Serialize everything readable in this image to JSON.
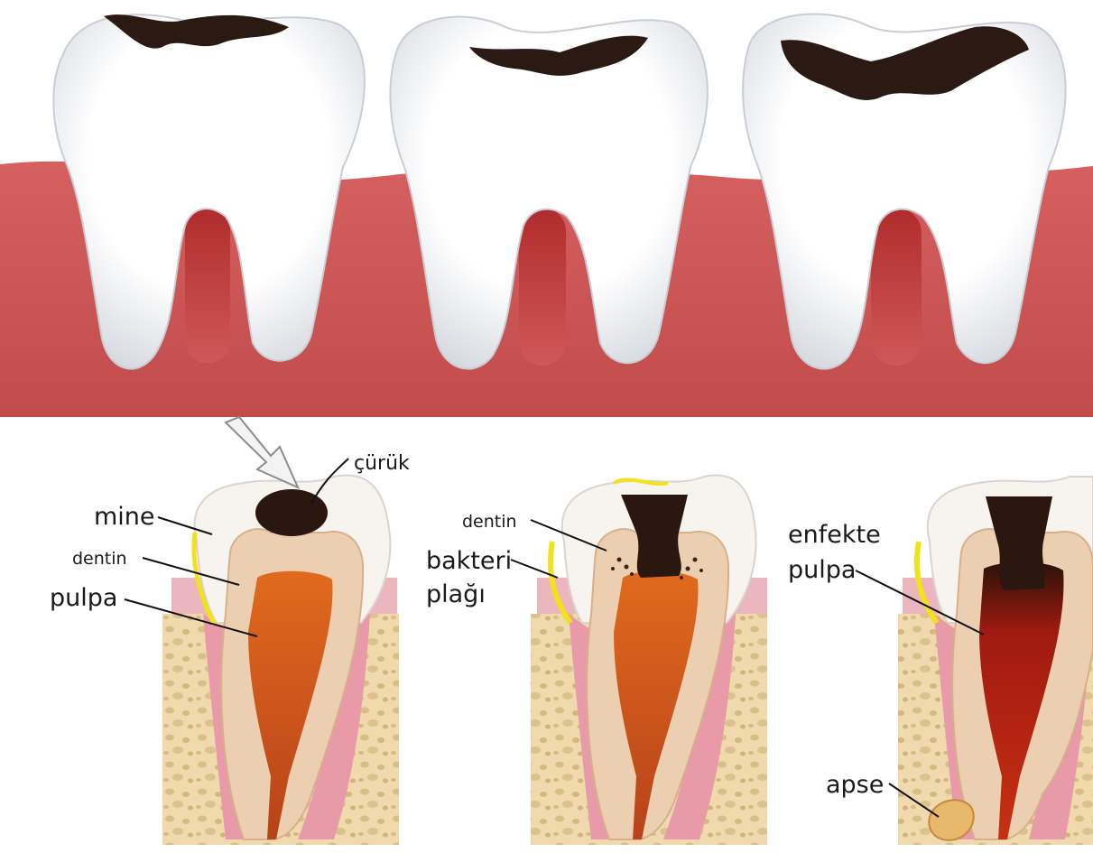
{
  "labels": {
    "curuk": "çürük",
    "mine": "mine",
    "dentin_1": "dentin",
    "pulpa": "pulpa",
    "dentin_2": "dentin",
    "bakteri": "bakteri",
    "plagi": "plağı",
    "enfekte": "enfekte",
    "pulpa_2": "pulpa",
    "apse": "apse"
  },
  "colors": {
    "gum": "#cf5656",
    "gum_dark": "#a8332f",
    "tooth": "#ffffff",
    "decay": "#2a1810",
    "bone": "#eed9ad",
    "dentin": "#eccfb0",
    "pulp": "#d2591b",
    "infected_pulp": "#c02a10",
    "plaque": "#f2e21a"
  }
}
